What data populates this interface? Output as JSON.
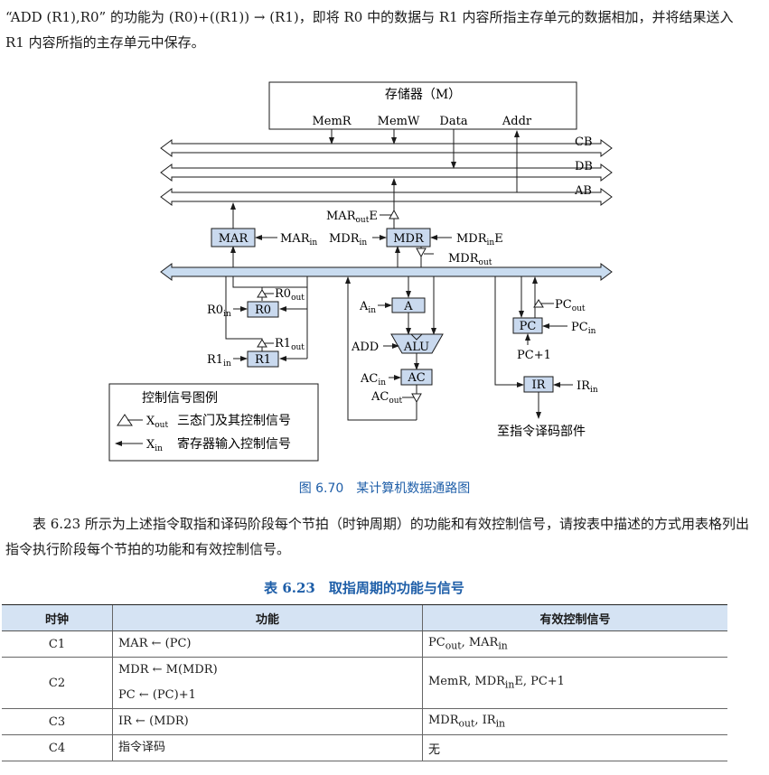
{
  "para1": "“ADD (R1),R0” 的功能为 (R0)+((R1)) → (R1)，即将 R0 中的数据与 R1 内容所指主存单元的数据相加，并将结果送入 R1 内容所指的主存单元中保存。",
  "diagram": {
    "memory_title": "存储器（M）",
    "mem_ports": [
      "MemR",
      "MemW",
      "Data",
      "Addr"
    ],
    "buses": [
      "CB",
      "DB",
      "AB"
    ],
    "mar": "MAR",
    "mar_in_main": "MAR",
    "mar_in_sub": "in",
    "mar_out_main": "MAR",
    "mar_out_sub": "out",
    "mar_out_suffix": "E",
    "mdr": "MDR",
    "mdr_left_main": "MDR",
    "mdr_left_sub": "in",
    "mdr_right_main": "MDR",
    "mdr_right_sub": "in",
    "mdr_right_suffix": "E",
    "mdr_out_main": "MDR",
    "mdr_out_sub": "out",
    "r0": "R0",
    "r0_out_main": "R0",
    "r0_out_sub": "out",
    "r0_in_main": "R0",
    "r0_in_sub": "in",
    "r1": "R1",
    "r1_out_main": "R1",
    "r1_out_sub": "out",
    "r1_in_main": "R1",
    "r1_in_sub": "in",
    "a": "A",
    "a_in_main": "A",
    "a_in_sub": "in",
    "alu": "ALU",
    "add": "ADD",
    "ac": "AC",
    "ac_in_main": "AC",
    "ac_in_sub": "in",
    "ac_out_main": "AC",
    "ac_out_sub": "out",
    "pc": "PC",
    "pc_out_main": "PC",
    "pc_out_sub": "out",
    "pc_in_main": "PC",
    "pc_in_sub": "in",
    "pc_inc": "PC+1",
    "ir": "IR",
    "ir_in_main": "IR",
    "ir_in_sub": "in",
    "to_decoder": "至指令译码部件",
    "legend_title": "控制信号图例",
    "legend_out_main": "X",
    "legend_out_sub": "out",
    "legend_out_desc": "三态门及其控制信号",
    "legend_in_main": "X",
    "legend_in_sub": "in",
    "legend_in_desc": "寄存器输入控制信号"
  },
  "figure_caption": "图 6.70　某计算机数据通路图",
  "para2": "表 6.23 所示为上述指令取指和译码阶段每个节拍（时钟周期）的功能和有效控制信号，请按表中描述的方式用表格列出指令执行阶段每个节拍的功能和有效控制信号。",
  "table": {
    "title": "表 6.23　取指周期的功能与信号",
    "headers": [
      "时钟",
      "功能",
      "有效控制信号"
    ],
    "rows": [
      {
        "clock": "C1",
        "func": [
          "MAR ← (PC)"
        ],
        "sig": "PC<sub>out</sub>, MAR<sub>in</sub>"
      },
      {
        "clock": "C2",
        "func": [
          "MDR ← M(MDR)",
          "PC ← (PC)+1"
        ],
        "sig": "MemR, MDR<sub>in</sub>E, PC+1"
      },
      {
        "clock": "C3",
        "func": [
          "IR ← (MDR)"
        ],
        "sig": "MDR<sub>out</sub>, IR<sub>in</sub>"
      },
      {
        "clock": "C4",
        "func": [
          "指令译码"
        ],
        "sig": "无"
      }
    ]
  },
  "colors": {
    "register_fill": "#c9d9ee",
    "bus_fill": "#c9dcf0",
    "caption_blue": "#1e5ea8",
    "table_header": "#d5e3f3"
  }
}
